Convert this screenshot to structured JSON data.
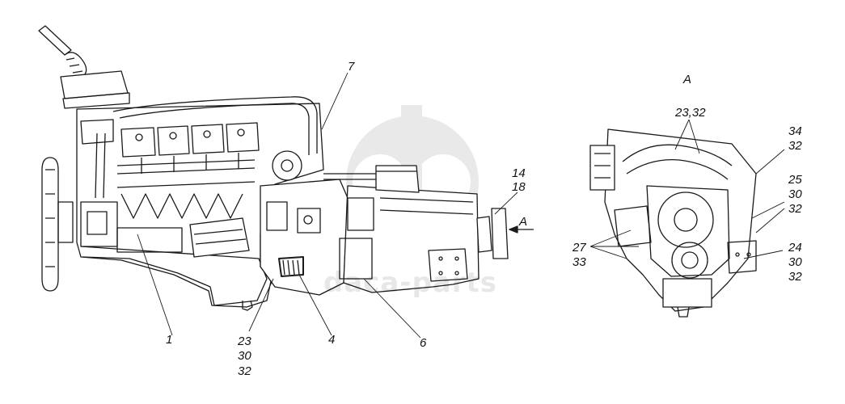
{
  "watermark": {
    "text": "dаса-parts",
    "color": "#9e9e9e"
  },
  "view_label": "A",
  "arrow_label": "A",
  "labels_main": {
    "l1": "1",
    "l4": "4",
    "l6": "6",
    "l7": "7",
    "l14": "14",
    "l18": "18",
    "l23": "23",
    "l30": "30",
    "l32": "32"
  },
  "labels_view": {
    "l2332": "23,32",
    "l34": "34",
    "l32a": "32",
    "l25": "25",
    "l30a": "30",
    "l32b": "32",
    "l27": "27",
    "l33": "33",
    "l24": "24",
    "l30b": "30",
    "l32c": "32"
  }
}
